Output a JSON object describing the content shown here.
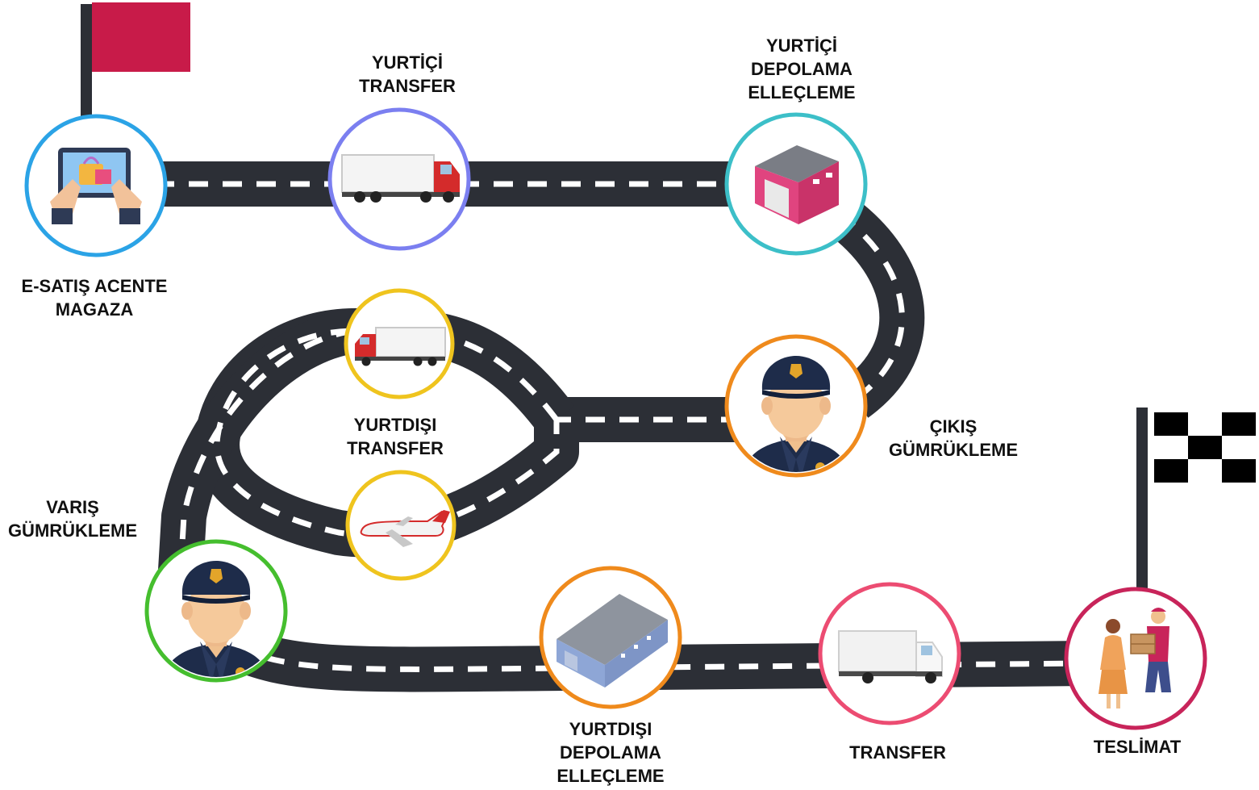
{
  "stages": [
    {
      "id": "start",
      "lines": [
        "E-SATIŞ ACENTE",
        "MAGAZA"
      ],
      "color": "#2BA3E6",
      "icon": "tablet-shopping-icon"
    },
    {
      "id": "dom-transfer",
      "lines": [
        "YURTİÇİ",
        "TRANSFER"
      ],
      "color": "#7B7FF0",
      "icon": "red-truck-icon"
    },
    {
      "id": "dom-storage",
      "lines": [
        "YURTİÇİ",
        "DEPOLAMA",
        "ELLEÇLEME"
      ],
      "color": "#3CBFC8",
      "icon": "pink-warehouse-icon"
    },
    {
      "id": "exit-customs",
      "lines": [
        "ÇIKIŞ",
        "GÜMRÜKLEME"
      ],
      "color": "#EF8A1C",
      "icon": "customs-officer-icon"
    },
    {
      "id": "intl-transfer",
      "lines": [
        "YURTDIŞI",
        "TRANSFER"
      ],
      "color": "#EFC41E",
      "icon": "truck-and-plane-icon"
    },
    {
      "id": "arrival-customs",
      "lines": [
        "VARIŞ",
        "GÜMRÜKLEME"
      ],
      "color": "#45BE2E",
      "icon": "customs-officer-icon"
    },
    {
      "id": "intl-storage",
      "lines": [
        "YURTDIŞI",
        "DEPOLAMA",
        "ELLEÇLEME"
      ],
      "color": "#EF8A1C",
      "icon": "blue-warehouse-icon"
    },
    {
      "id": "transfer",
      "lines": [
        "TRANSFER"
      ],
      "color": "#EC4C72",
      "icon": "white-truck-icon"
    },
    {
      "id": "delivery",
      "lines": [
        "TESLİMAT"
      ],
      "color": "#C8245A",
      "icon": "package-delivery-icon"
    }
  ],
  "colors": {
    "road": "#2C2F36",
    "road_marking": "#FFFFFF",
    "start_flag": "#C81B49",
    "finish_flag": "#000000",
    "pole": "#2C2F36"
  }
}
